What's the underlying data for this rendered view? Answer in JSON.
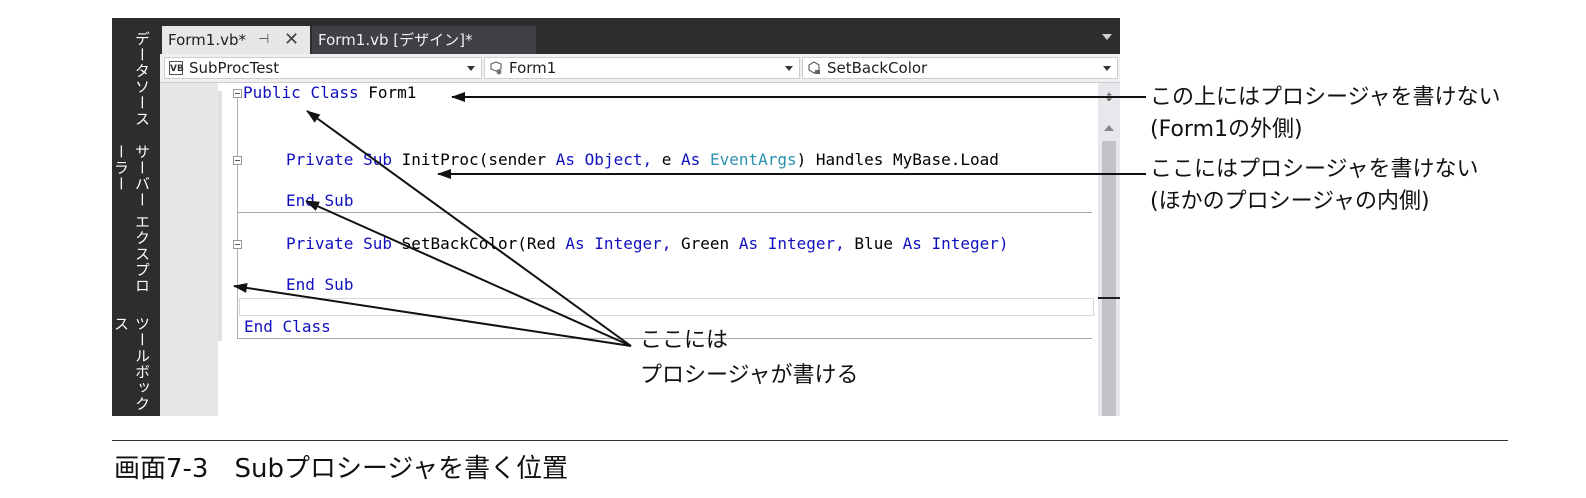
{
  "sidebar": {
    "tabs": [
      {
        "label": "データソース"
      },
      {
        "label": "サーバー エクスプローラー"
      },
      {
        "label": "ツールボックス"
      }
    ]
  },
  "tabs": {
    "active": {
      "label": "Form1.vb*",
      "pin": "⊣",
      "close": "✕"
    },
    "inactive": {
      "label": "Form1.vb [デザイン]*"
    }
  },
  "navbar": {
    "project": {
      "icon": "VB",
      "label": "SubProcTest"
    },
    "class": {
      "label": "Form1"
    },
    "member": {
      "label": "SetBackColor"
    }
  },
  "code": {
    "l1": {
      "kw1": "Public",
      "kw2": "Class",
      "name": "Form1"
    },
    "l2": {
      "kw1": "Private",
      "kw2": "Sub",
      "sig1": "InitProc(sender",
      "as1": "As",
      "t1": "Object,",
      "e": "e",
      "as2": "As",
      "t2": "EventArgs",
      "rest": ") Handles MyBase.Load"
    },
    "l3": {
      "kw1": "End",
      "kw2": "Sub"
    },
    "l4": {
      "kw1": "Private",
      "kw2": "Sub",
      "sig": "SetBackColor(Red",
      "as1": "As",
      "t1": "Integer,",
      "g": "Green",
      "as2": "As",
      "t2": "Integer,",
      "b": "Blue",
      "as3": "As",
      "t3": "Integer)"
    },
    "l5": {
      "kw1": "End",
      "kw2": "Sub"
    },
    "l6": {
      "kw1": "End",
      "kw2": "Class"
    }
  },
  "annotations": {
    "top_line1": "この上にはプロシージャを書けない",
    "top_line2": "(Form1の外側)",
    "mid_line1": "ここにはプロシージャを書けない",
    "mid_line2": "(ほかのプロシージャの内側)",
    "bottom_line1": "ここには",
    "bottom_line2": "プロシージャが書ける"
  },
  "caption": "画面7-3　Subプロシージャを書く位置"
}
